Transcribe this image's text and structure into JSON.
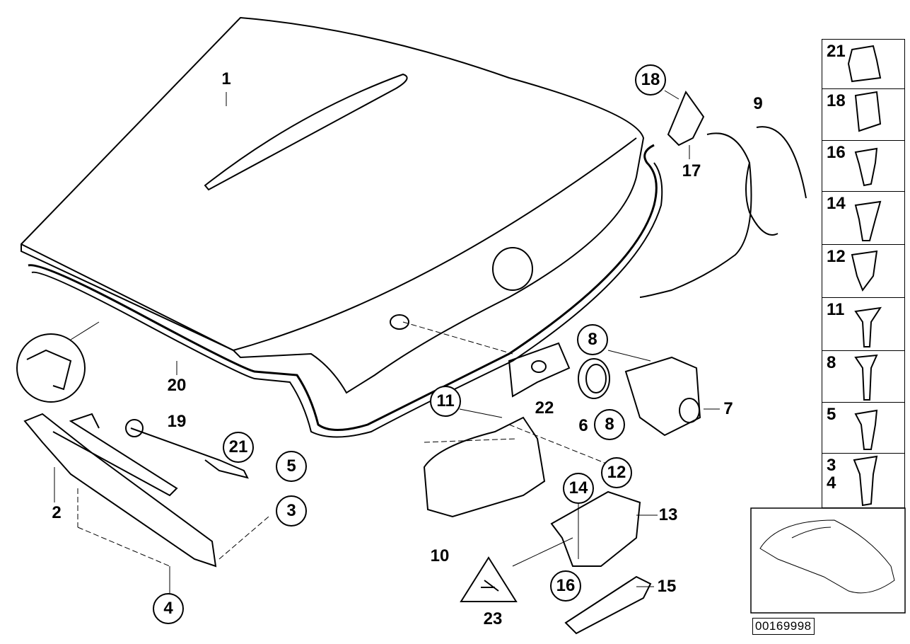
{
  "callouts_circled": [
    "18",
    "8",
    "8",
    "11",
    "12",
    "21",
    "5",
    "3",
    "14",
    "16",
    "4"
  ],
  "callouts_plain": [
    "1",
    "9",
    "17",
    "20",
    "19",
    "2",
    "22",
    "6",
    "7",
    "10",
    "13",
    "15",
    "23"
  ],
  "legend": [
    "21",
    "18",
    "16",
    "14",
    "12",
    "11",
    "8",
    "5",
    "3",
    "4"
  ],
  "diagram_id": "00169998"
}
